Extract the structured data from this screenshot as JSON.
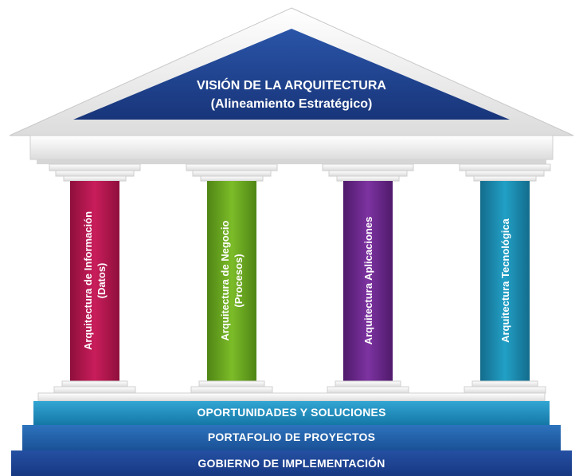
{
  "roof": {
    "line1": "VISIÓN DE LA ARQUITECTURA",
    "line2": "(Alineamiento Estratégico)"
  },
  "pillars": [
    {
      "line1": "Arquitectura de Información",
      "line2": "(Datos)",
      "color": "#b5164f"
    },
    {
      "line1": "Arquitectura de Negocio",
      "line2": "(Procesos)",
      "color": "#6aa622"
    },
    {
      "line1": "Arquitectura Aplicaciones",
      "line2": "",
      "color": "#6c2a8c"
    },
    {
      "line1": "Arquitectura Tecnológica",
      "line2": "",
      "color": "#1b8db0"
    }
  ],
  "steps": [
    {
      "label": "OPORTUNIDADES Y SOLUCIONES",
      "color": "#1b86b5"
    },
    {
      "label": "PORTAFOLIO DE PROYECTOS",
      "color": "#1f5fa6"
    },
    {
      "label": "GOBIERNO DE IMPLEMENTACIÓN",
      "color": "#1b3f8f"
    }
  ],
  "colors": {
    "roof_triangle": "#1f3f8e",
    "stone": "#f2f2f2"
  }
}
